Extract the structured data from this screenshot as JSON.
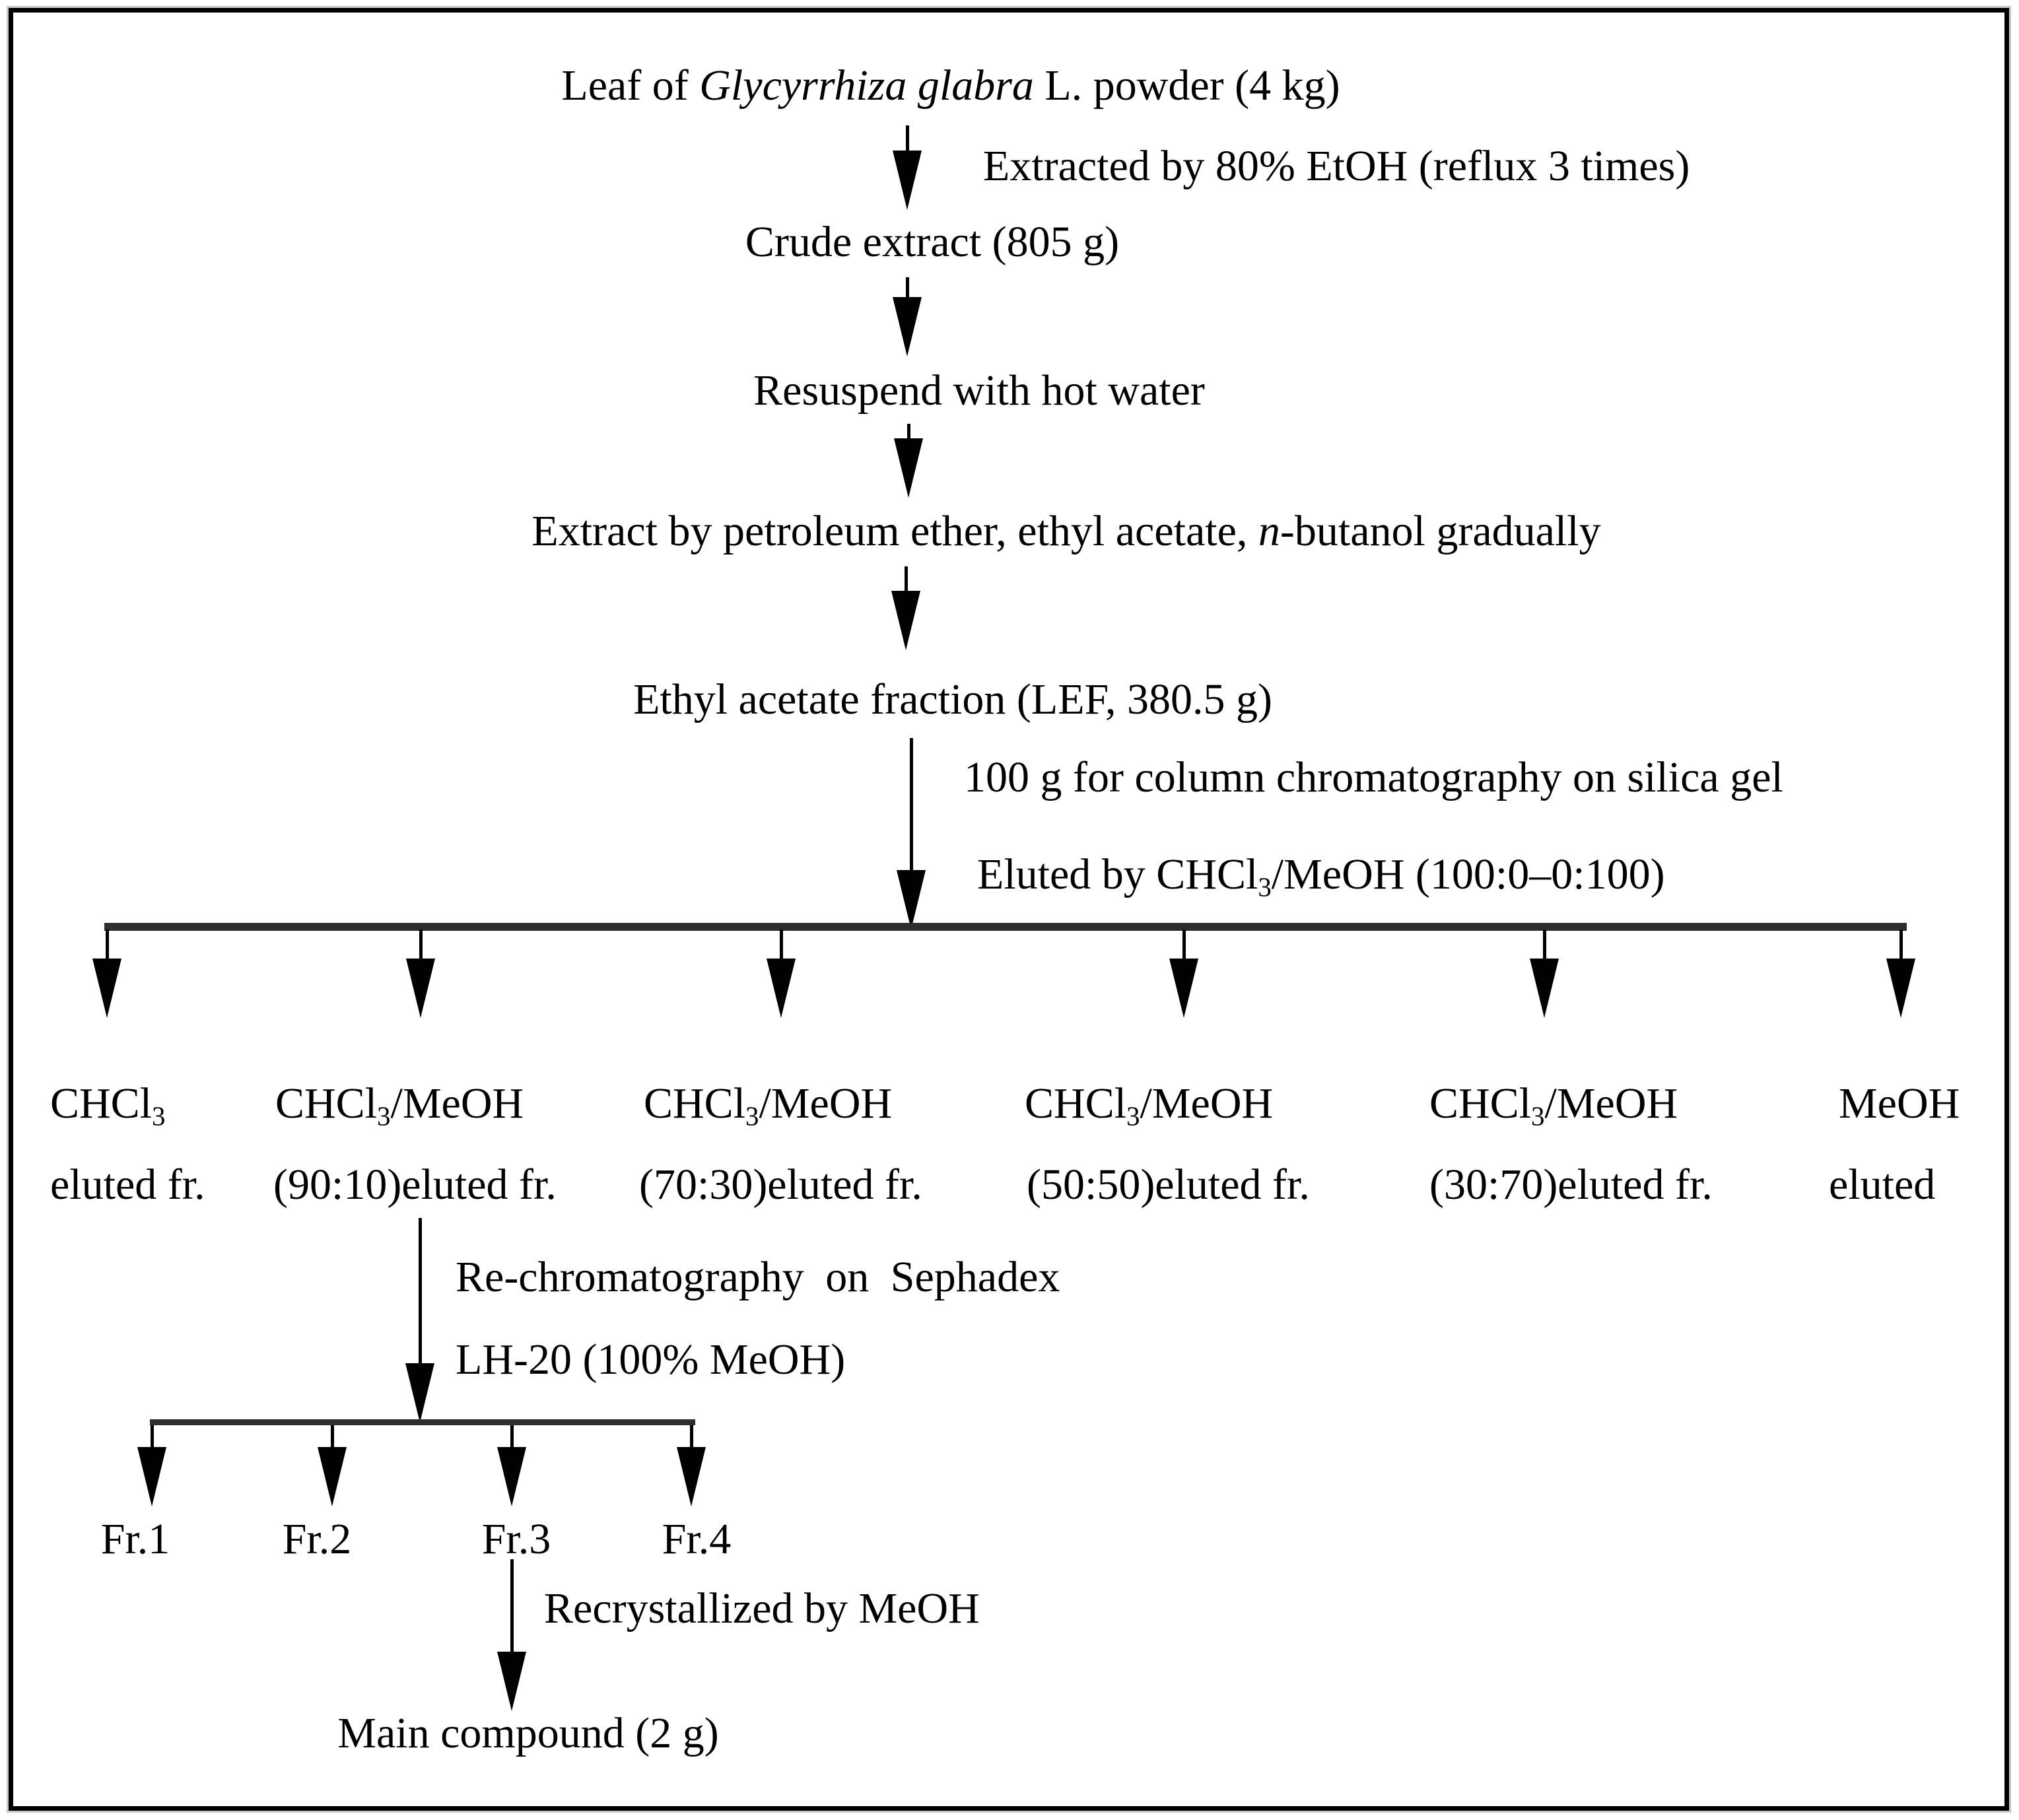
{
  "colors": {
    "background": "#ffffff",
    "border": "#000000",
    "text": "#000000",
    "line": "#2e2e2e"
  },
  "flow": {
    "title": {
      "pre": "Leaf of ",
      "species": "Glycyrrhiza glabra",
      "post": " L. powder (4 kg)"
    },
    "step1_label": "Extracted by 80% EtOH (reflux 3 times)",
    "crude_extract": "Crude extract (805 g)",
    "resuspend": "Resuspend with hot water",
    "solvent_extract": {
      "pre": "Extract by petroleum ether, ethyl acetate, ",
      "italic": "n",
      "post": "-butanol gradually"
    },
    "ethyl_fraction": "Ethyl acetate fraction (LEF, 380.5 g)",
    "column_note": "100 g for column chromatography on silica gel",
    "eluted_note": {
      "pre": "Eluted by CHCl",
      "sub": "3",
      "post": "/MeOH (100:0–0:100)"
    },
    "fractions": [
      {
        "solvent_pre": "CHCl",
        "solvent_sub": "3",
        "solvent_post": "",
        "desc": "eluted fr."
      },
      {
        "solvent_pre": "CHCl",
        "solvent_sub": "3",
        "solvent_post": "/MeOH",
        "desc": "(90:10)eluted fr."
      },
      {
        "solvent_pre": "CHCl",
        "solvent_sub": "3",
        "solvent_post": "/MeOH",
        "desc": "(70:30)eluted fr."
      },
      {
        "solvent_pre": "CHCl",
        "solvent_sub": "3",
        "solvent_post": "/MeOH",
        "desc": "(50:50)eluted fr."
      },
      {
        "solvent_pre": "CHCl",
        "solvent_sub": "3",
        "solvent_post": "/MeOH",
        "desc": "(30:70)eluted fr."
      },
      {
        "solvent_pre": "MeOH",
        "solvent_sub": "",
        "solvent_post": "",
        "desc": "eluted"
      }
    ],
    "rechromatography": {
      "line1": "Re-chromatography on Sephadex",
      "line2": "LH-20 (100% MeOH)"
    },
    "subfractions": [
      "Fr.1",
      "Fr.2",
      "Fr.3",
      "Fr.4"
    ],
    "recrystallized": "Recrystallized by MeOH",
    "main_compound": "Main compound (2 g)"
  }
}
